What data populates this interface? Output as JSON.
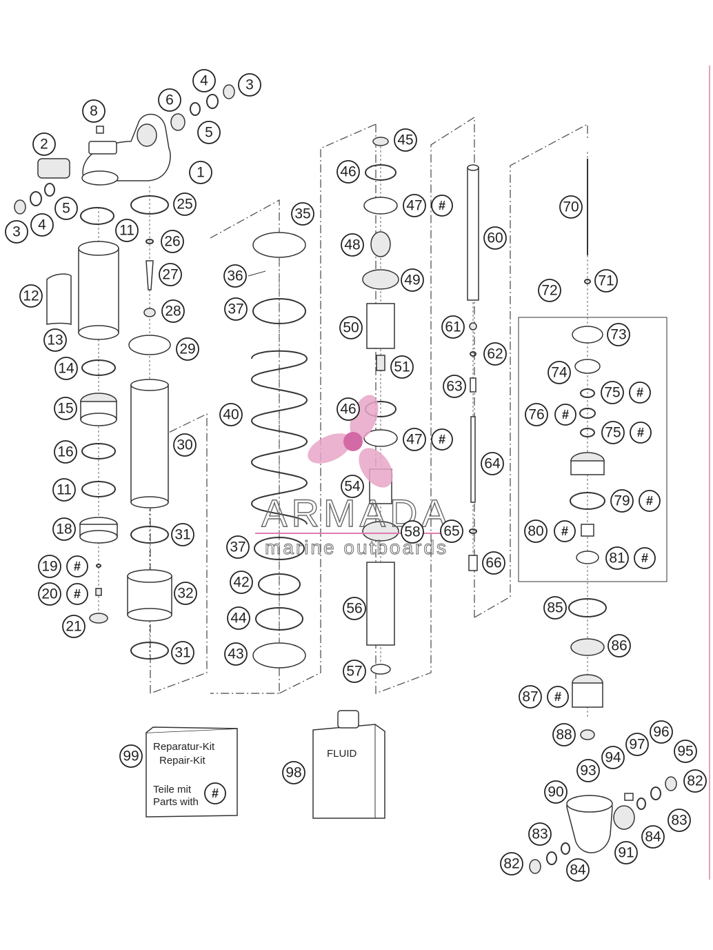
{
  "watermark": {
    "title": "ARMADA",
    "subtitle": "marine outboards",
    "colors": {
      "propeller": "#e7a6c8",
      "underline": "#e07bb0",
      "text": "#666666"
    }
  },
  "kits": {
    "repair": {
      "number": "99",
      "line1": "Reparatur-Kit",
      "line2": "Repair-Kit",
      "line3": "Teile mit",
      "line4": "Parts with",
      "symbol": "#"
    },
    "fluid": {
      "number": "98",
      "label": "FLUID"
    }
  },
  "callouts": [
    {
      "n": "1",
      "hash": false
    },
    {
      "n": "2",
      "hash": false
    },
    {
      "n": "3",
      "hash": false
    },
    {
      "n": "3",
      "hash": false
    },
    {
      "n": "4",
      "hash": false
    },
    {
      "n": "4",
      "hash": false
    },
    {
      "n": "5",
      "hash": false
    },
    {
      "n": "5",
      "hash": false
    },
    {
      "n": "6",
      "hash": false
    },
    {
      "n": "8",
      "hash": false
    },
    {
      "n": "11",
      "hash": false
    },
    {
      "n": "11",
      "hash": false
    },
    {
      "n": "12",
      "hash": false
    },
    {
      "n": "13",
      "hash": false
    },
    {
      "n": "14",
      "hash": false
    },
    {
      "n": "15",
      "hash": false
    },
    {
      "n": "16",
      "hash": false
    },
    {
      "n": "18",
      "hash": false
    },
    {
      "n": "19",
      "hash": true
    },
    {
      "n": "20",
      "hash": true
    },
    {
      "n": "21",
      "hash": false
    },
    {
      "n": "25",
      "hash": false
    },
    {
      "n": "26",
      "hash": false
    },
    {
      "n": "27",
      "hash": false
    },
    {
      "n": "28",
      "hash": false
    },
    {
      "n": "29",
      "hash": false
    },
    {
      "n": "30",
      "hash": false
    },
    {
      "n": "31",
      "hash": false
    },
    {
      "n": "32",
      "hash": false
    },
    {
      "n": "31",
      "hash": false
    },
    {
      "n": "35",
      "hash": false
    },
    {
      "n": "36",
      "hash": false
    },
    {
      "n": "37",
      "hash": false
    },
    {
      "n": "40",
      "hash": false
    },
    {
      "n": "37",
      "hash": false
    },
    {
      "n": "42",
      "hash": false
    },
    {
      "n": "44",
      "hash": false
    },
    {
      "n": "43",
      "hash": false
    },
    {
      "n": "45",
      "hash": false
    },
    {
      "n": "46",
      "hash": false
    },
    {
      "n": "47",
      "hash": true
    },
    {
      "n": "48",
      "hash": false
    },
    {
      "n": "49",
      "hash": false
    },
    {
      "n": "50",
      "hash": false
    },
    {
      "n": "51",
      "hash": false
    },
    {
      "n": "46",
      "hash": false
    },
    {
      "n": "47",
      "hash": true
    },
    {
      "n": "54",
      "hash": false
    },
    {
      "n": "58",
      "hash": false
    },
    {
      "n": "56",
      "hash": false
    },
    {
      "n": "57",
      "hash": false
    },
    {
      "n": "60",
      "hash": false
    },
    {
      "n": "61",
      "hash": false
    },
    {
      "n": "62",
      "hash": false
    },
    {
      "n": "63",
      "hash": false
    },
    {
      "n": "64",
      "hash": false
    },
    {
      "n": "65",
      "hash": false
    },
    {
      "n": "66",
      "hash": false
    },
    {
      "n": "70",
      "hash": false
    },
    {
      "n": "71",
      "hash": false
    },
    {
      "n": "72",
      "hash": false
    },
    {
      "n": "73",
      "hash": false
    },
    {
      "n": "74",
      "hash": false
    },
    {
      "n": "75",
      "hash": true
    },
    {
      "n": "76",
      "hash": true
    },
    {
      "n": "75",
      "hash": true
    },
    {
      "n": "79",
      "hash": true
    },
    {
      "n": "80",
      "hash": true
    },
    {
      "n": "81",
      "hash": true
    },
    {
      "n": "85",
      "hash": false
    },
    {
      "n": "86",
      "hash": false
    },
    {
      "n": "87",
      "hash": true
    },
    {
      "n": "88",
      "hash": false
    },
    {
      "n": "96",
      "hash": false
    },
    {
      "n": "97",
      "hash": false
    },
    {
      "n": "94",
      "hash": false
    },
    {
      "n": "95",
      "hash": false
    },
    {
      "n": "93",
      "hash": false
    },
    {
      "n": "82",
      "hash": false
    },
    {
      "n": "90",
      "hash": false
    },
    {
      "n": "83",
      "hash": false
    },
    {
      "n": "84",
      "hash": false
    },
    {
      "n": "91",
      "hash": false
    },
    {
      "n": "83",
      "hash": false
    },
    {
      "n": "82",
      "hash": false
    },
    {
      "n": "84",
      "hash": false
    }
  ],
  "hash_symbol": "#"
}
